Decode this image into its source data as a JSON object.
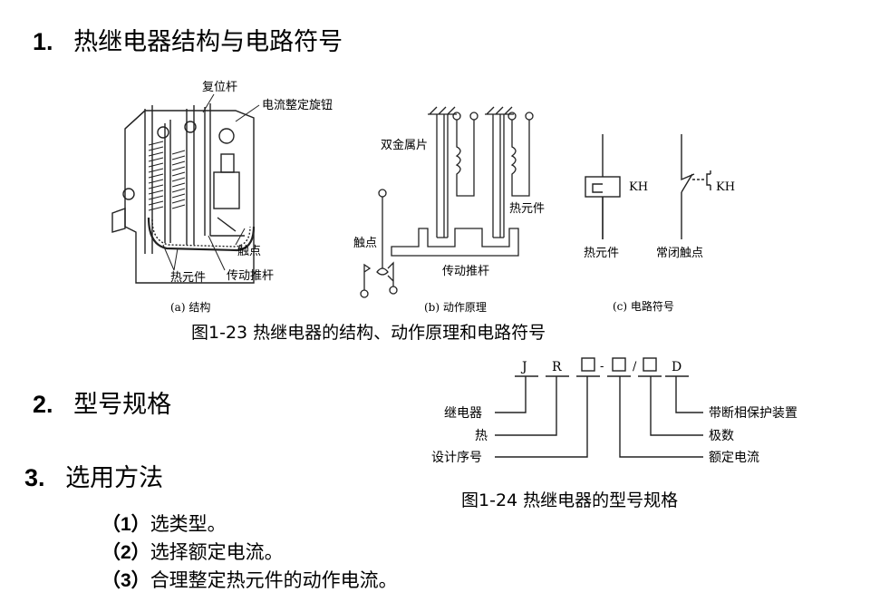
{
  "section1": {
    "number": "1.",
    "title": "热继电器结构与电路符号"
  },
  "figure23": {
    "panel_a": {
      "caption": "(a) 结构",
      "labels": {
        "reset_rod": "复位杆",
        "current_knob": "电流整定旋钮",
        "contact": "触点",
        "heating_element": "热元件",
        "push_rod": "传动推杆"
      }
    },
    "panel_b": {
      "caption": "(b) 动作原理",
      "labels": {
        "bimetal": "双金属片",
        "heating_element": "热元件",
        "contact": "触点",
        "push_rod": "传动推杆"
      }
    },
    "panel_c": {
      "caption": "(c) 电路符号",
      "labels": {
        "heating_element": "热元件",
        "nc_contact": "常闭触点",
        "kh1": "KH",
        "kh2": "KH"
      }
    },
    "caption": "图1-23  热继电器的结构、动作原理和电路符号"
  },
  "section2": {
    "number": "2.",
    "title": "型号规格"
  },
  "figure24": {
    "code": {
      "j": "J",
      "r": "R",
      "dash": "-",
      "slash": "/",
      "d": "D"
    },
    "left_labels": [
      "继电器",
      "热",
      "设计序号"
    ],
    "right_labels": [
      "带断相保护装置",
      "极数",
      "额定电流"
    ],
    "caption": "图1-24  热继电器的型号规格"
  },
  "section3": {
    "number": "3.",
    "title": "选用方法",
    "items": [
      {
        "num": "（1）",
        "text": "选类型。"
      },
      {
        "num": "（2）",
        "text": "选择额定电流。"
      },
      {
        "num": "（3）",
        "text": "合理整定热元件的动作电流。"
      }
    ]
  }
}
